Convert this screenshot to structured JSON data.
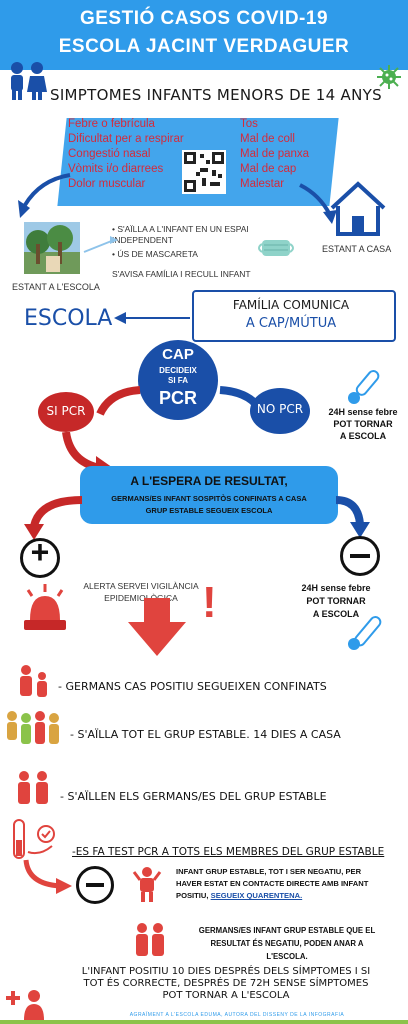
{
  "header": {
    "title_line1": "GESTIÓ CASOS COVID-19",
    "title_line2": "ESCOLA JACINT VERDAGUER"
  },
  "subtitle": "SIMPTOMES INFANTS MENORS DE 14 ANYS",
  "symptoms": {
    "left": [
      "Febre o febrícula",
      "Dificultat per a respirar",
      "Congestió nasal",
      "Vòmits i/o diarrees",
      "Dolor muscular"
    ],
    "right": [
      "Tos",
      "Mal de coll",
      "Mal de panxa",
      "Mal de cap",
      "Malestar"
    ]
  },
  "school_label": "ESTANT A L'ESCOLA",
  "home_label": "ESTANT A CASA",
  "school_actions": [
    "S'AÏLLA A L'INFANT EN UN ESPAI INDEPENDENT",
    "ÚS DE MASCARETA",
    "S'AVISA FAMÍLIA I RECULL INFANT"
  ],
  "family": {
    "line1": "FAMÍLIA COMUNICA",
    "line2": "A CAP/MÚTUA"
  },
  "escola": "ESCOLA",
  "cap": {
    "title": "CAP",
    "sub1": "DECIDEIX",
    "sub2": "SI FA",
    "pcr": "PCR"
  },
  "si_pcr": "SI PCR",
  "no_pcr": "NO PCR",
  "no_pcr_note": {
    "l1": "24H sense febre",
    "l2": "POT TORNAR",
    "l3": "A ESCOLA"
  },
  "waiting": {
    "title": "A L'ESPERA DE RESULTAT,",
    "l1": "GERMANS/ES INFANT SOSPITÒS CONFINATS A CASA",
    "l2": "GRUP ESTABLE SEGUEIX ESCOLA"
  },
  "negative_note": {
    "l1": "24H sense febre",
    "l2": "POT TORNAR",
    "l3": "A ESCOLA"
  },
  "alert": {
    "l1": "ALERTA SERVEI VIGILÀNCIA",
    "l2": "EPIDEMIOLÒGICA"
  },
  "positive_steps": [
    "- GERMANS CAS POSITIU SEGUEIXEN CONFINATS",
    "- S'AÏLLA TOT EL GRUP ESTABLE. 14 DIES A CASA",
    "- S'AÏLLEN ELS GERMANS/ES DEL GRUP ESTABLE",
    "-ES FA TEST PCR A TOTS ELS MEMBRES DEL GRUP ESTABLE"
  ],
  "negative_group": {
    "l1": "INFANT GRUP ESTABLE, TOT I SER NEGATIU, PER",
    "l2": "HAVER ESTAT EN CONTACTE DIRECTE AMB INFANT",
    "l3": "POSITIU,",
    "l3b": "SEGUEIX QUARENTENA."
  },
  "siblings_negative": {
    "l1": "GERMANS/ES INFANT GRUP ESTABLE QUE EL",
    "l2": "RESULTAT ÉS NEGATIU, PODEN ANAR A",
    "l3": "L'ESCOLA."
  },
  "final": {
    "l1": "L'INFANT POSITIU 10 DIES DESPRÉS DELS SÍMPTOMES I SI",
    "l2": "TOT ÉS CORRECTE, DESPRÉS DE 72H SENSE SÍMPTOMES",
    "l3": "POT TORNAR A L'ESCOLA"
  },
  "footer": "AGRAÏMENT A L'ESCOLA EDUMA, AUTORA DEL DISSENY DE LA INFOGRAFIA",
  "colors": {
    "blue": "#2f9bea",
    "red": "#e0443e",
    "dark_blue": "#1a4fa8"
  }
}
